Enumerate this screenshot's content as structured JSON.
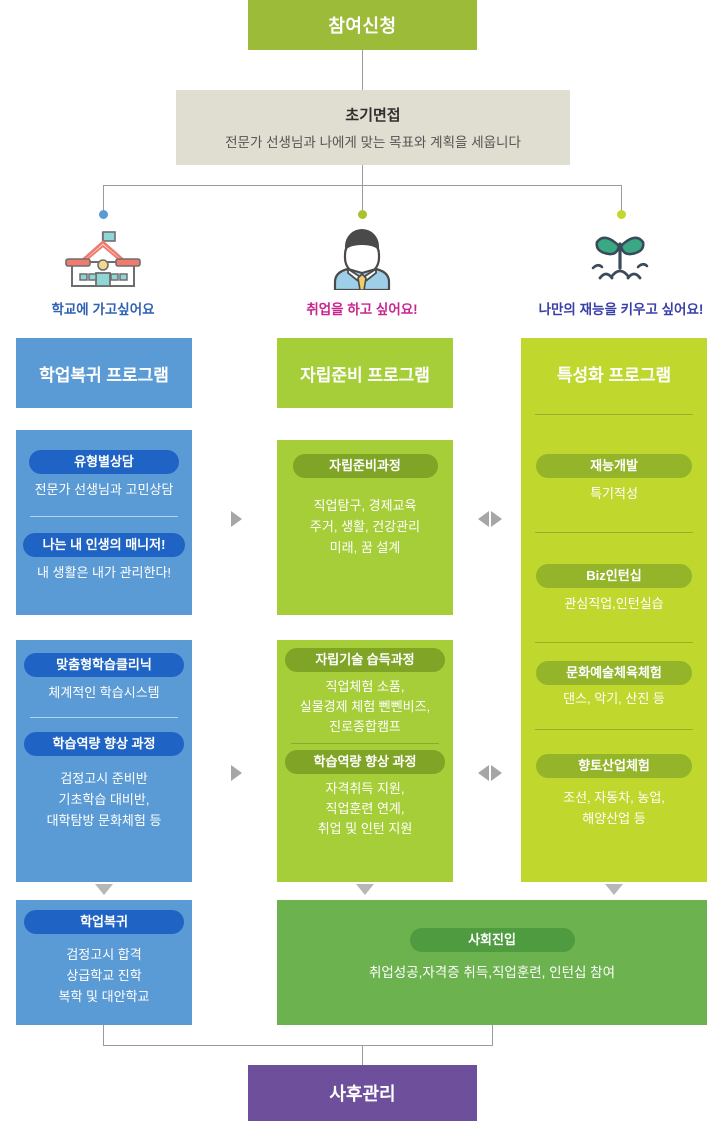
{
  "apply": {
    "label": "참여신청",
    "color": "#9cbb38"
  },
  "interview": {
    "title": "초기면접",
    "subtitle": "전문가 선생님과 나에게 맞는 목표와 계획을 세웁니다",
    "color": "#e0ddd1"
  },
  "branches": [
    {
      "icon": "school-icon",
      "caption": "학교에 가고싶어요",
      "caption_color": "#2f62b3",
      "dot_color": "#5b9bd5"
    },
    {
      "icon": "businessman-icon",
      "caption": "취업을 하고 싶어요!",
      "caption_color": "#c9258f",
      "dot_color": "#a8c32a"
    },
    {
      "icon": "sprout-icon",
      "caption": "나만의 재능을 키우고 싶어요!",
      "caption_color": "#3b3fa8",
      "dot_color": "#c3d82c"
    }
  ],
  "columns": [
    {
      "key": "academic",
      "header": "학업복귀 프로그램",
      "header_color": "#5b9bd5",
      "body_color": "#5b9bd5",
      "pill_color": "#1f64c4"
    },
    {
      "key": "independence",
      "header": "자립준비 프로그램",
      "header_color": "#a6ce39",
      "body_color": "#a6ce39",
      "pill_color": "#7fa426"
    },
    {
      "key": "specialized",
      "header": "특성화 프로그램",
      "header_color": "#c0d72e",
      "body_color": "#c0d72e",
      "pill_color": "#94b529"
    }
  ],
  "academic": {
    "card1": [
      {
        "pill": "유형별상담",
        "desc": [
          "전문가 선생님과 고민상담"
        ]
      },
      {
        "pill": "나는 내 인생의 매니저!",
        "desc": [
          "내 생활은 내가 관리한다!"
        ]
      }
    ],
    "card2": [
      {
        "pill": "맞춤형학습클리닉",
        "desc": [
          "체계적인 학습시스템"
        ]
      },
      {
        "pill": "학습역량 향상 과정",
        "desc": [
          "검정고시 준비반",
          "기초학습 대비반,",
          "대학탐방 문화체험 등"
        ]
      }
    ],
    "card3": [
      {
        "pill": "학업복귀",
        "desc": [
          "검정고시 합격",
          "상급학교 진학",
          "복학 및 대안학교"
        ]
      }
    ]
  },
  "independence": {
    "card1": [
      {
        "pill": "자립준비과정",
        "desc": [
          "직업탐구, 경제교육",
          "주거, 생활, 건강관리",
          "미래, 꿈 설계"
        ]
      }
    ],
    "card2": [
      {
        "pill": "자립기술 습득과정",
        "desc": [
          "직업체험 소품,",
          "실물경제 체험 뻰뻰비즈,",
          "진로종합캠프"
        ]
      },
      {
        "pill": "학습역량 향상 과정",
        "desc": [
          "자격취득 지원,",
          "직업훈련 연계,",
          "취업 및 인턴 지원"
        ]
      }
    ]
  },
  "specialized": {
    "items": [
      {
        "pill": "재능개발",
        "desc": [
          "특기적성"
        ]
      },
      {
        "pill": "Biz인턴십",
        "desc": [
          "관심직업,인턴실습"
        ]
      },
      {
        "pill": "문화예술체육체험",
        "desc": [
          "댄스, 악기, 산진 등"
        ]
      },
      {
        "pill": "향토산업체험",
        "desc": [
          "조선, 자동차, 농업,",
          "해양산업 등"
        ]
      }
    ]
  },
  "social": {
    "pill": "사회진입",
    "desc": "취업성공,자격증 취득,직업훈련, 인턴십 참여",
    "color": "#6cb24e",
    "pill_color": "#4f9b3f"
  },
  "footer": {
    "label": "사후관리",
    "color": "#6d4f9c"
  }
}
